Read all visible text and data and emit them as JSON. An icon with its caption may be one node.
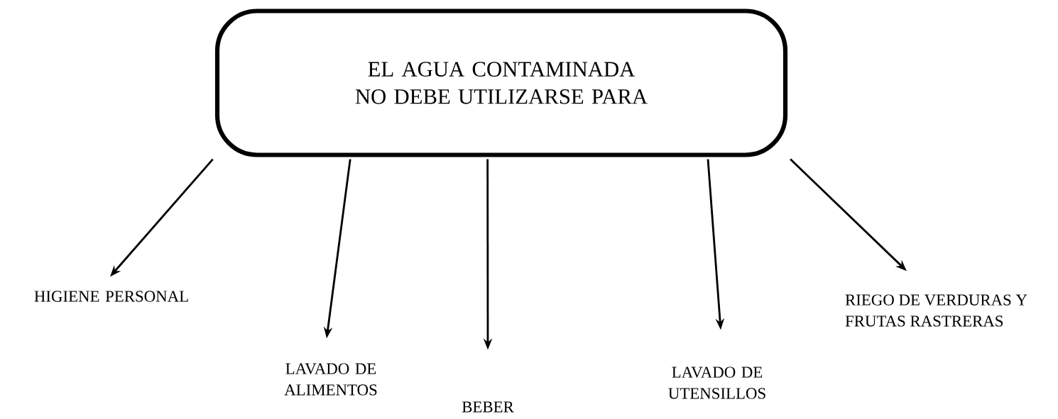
{
  "diagram": {
    "nodes": [
      {
        "text": [
          "EL AGUA CONTAMINADA NO DEBE UTILIZARSE PARA"
        ]
      },
      {
        "text": [
          "HIGIENE PERSONAL"
        ]
      },
      {
        "text": [
          "LAVADO DE ALIMENTOS"
        ]
      },
      {
        "text": [
          "BEBER"
        ]
      },
      {
        "text": [
          "LAVADO DE UTENSILLOS"
        ]
      },
      {
        "text": [
          "RIEGO DE VERDURAS Y FRUTAS RASTRERAS"
        ]
      }
    ],
    "edges": [
      {
        "from": 0,
        "to": 1,
        "arrow": "to"
      },
      {
        "from": 0,
        "to": 2,
        "arrow": "to"
      },
      {
        "from": 0,
        "to": 3,
        "arrow": "to"
      },
      {
        "from": 0,
        "to": 4,
        "arrow": "to"
      },
      {
        "from": 0,
        "to": 5,
        "arrow": "to"
      }
    ]
  }
}
